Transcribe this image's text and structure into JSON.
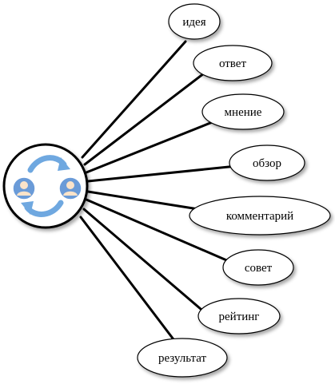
{
  "hub": {
    "icon": "two-users-exchange-icon",
    "avatar_fill": "#6A9BD8",
    "arrow_color": "#6FA8E0"
  },
  "nodes": [
    {
      "id": "idea",
      "label": "идея"
    },
    {
      "id": "answer",
      "label": "ответ"
    },
    {
      "id": "opinion",
      "label": "мнение"
    },
    {
      "id": "review",
      "label": "обзор"
    },
    {
      "id": "comment",
      "label": "комментарий"
    },
    {
      "id": "advice",
      "label": "совет"
    },
    {
      "id": "rating",
      "label": "рейтинг"
    },
    {
      "id": "result",
      "label": "результат"
    }
  ]
}
